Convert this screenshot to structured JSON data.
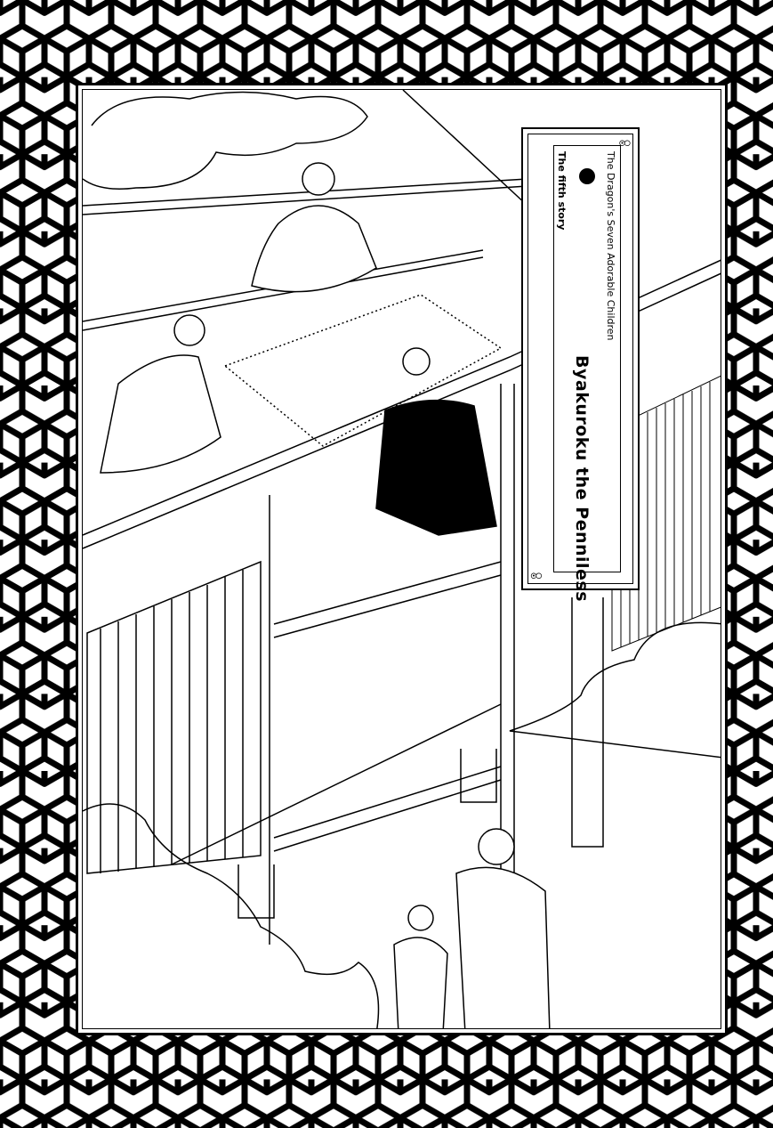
{
  "cartouche": {
    "series_title": "The Dragon's Seven Adorable Children",
    "story_number": "The fifth story",
    "chapter_title": "Byakuroku the Penniless"
  },
  "colors": {
    "ink": "#000000",
    "paper": "#ffffff"
  }
}
